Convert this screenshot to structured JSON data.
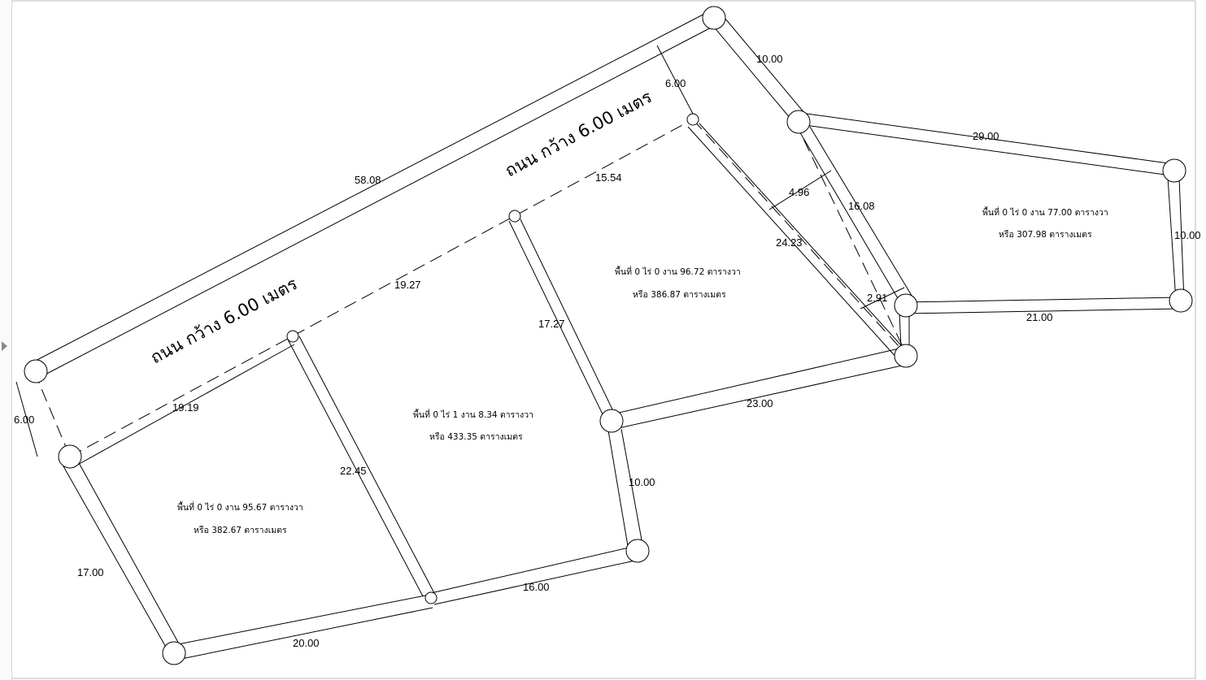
{
  "roads": [
    {
      "id": "road-label-1",
      "text": "ถนน กว้าง 6.00 เมตร"
    },
    {
      "id": "road-label-2",
      "text": "ถนน กว้าง 6.00 เมตร"
    }
  ],
  "dimensions": [
    {
      "id": "dim-58-08",
      "text": "58.08"
    },
    {
      "id": "dim-10-00-top",
      "text": "10.00"
    },
    {
      "id": "dim-6-00-top",
      "text": "6.00"
    },
    {
      "id": "dim-15-54",
      "text": "15.54"
    },
    {
      "id": "dim-29-00",
      "text": "29.00"
    },
    {
      "id": "dim-4-96",
      "text": "4.96"
    },
    {
      "id": "dim-16-08",
      "text": "16.08"
    },
    {
      "id": "dim-24-23",
      "text": "24.23"
    },
    {
      "id": "dim-10-00-right",
      "text": "10.00"
    },
    {
      "id": "dim-2-91",
      "text": "2.91"
    },
    {
      "id": "dim-21-00",
      "text": "21.00"
    },
    {
      "id": "dim-19-27",
      "text": "19.27"
    },
    {
      "id": "dim-17-27",
      "text": "17.27"
    },
    {
      "id": "dim-6-00-left",
      "text": "6.00"
    },
    {
      "id": "dim-19-19",
      "text": "19.19"
    },
    {
      "id": "dim-23-00",
      "text": "23.00"
    },
    {
      "id": "dim-22-45",
      "text": "22.45"
    },
    {
      "id": "dim-10-00-mid",
      "text": "10.00"
    },
    {
      "id": "dim-17-00",
      "text": "17.00"
    },
    {
      "id": "dim-16-00",
      "text": "16.00"
    },
    {
      "id": "dim-20-00",
      "text": "20.00"
    }
  ],
  "plots": [
    {
      "id": "plot-right",
      "area": "พื้นที่ 0 ไร่ 0 งาน 77.00 ตารางวา",
      "sqm": "หรือ 307.98 ตารางเมตร"
    },
    {
      "id": "plot-upper-middle",
      "area": "พื้นที่ 0 ไร่ 0 งาน 96.72 ตารางวา",
      "sqm": "หรือ 386.87 ตารางเมตร"
    },
    {
      "id": "plot-middle",
      "area": "พื้นที่ 0 ไร่ 1 งาน 8.34 ตารางวา",
      "sqm": "หรือ 433.35 ตารางเมตร"
    },
    {
      "id": "plot-left",
      "area": "พื้นที่ 0 ไร่ 0 งาน 95.67 ตารางวา",
      "sqm": "หรือ 382.67 ตารางเมตร"
    }
  ]
}
